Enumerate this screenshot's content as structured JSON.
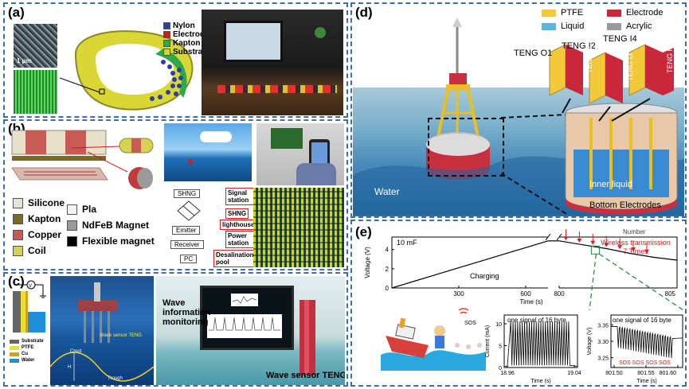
{
  "panels": {
    "a": {
      "label": "(a)",
      "legend": [
        {
          "name": "Nylon",
          "color": "#2a3fa0"
        },
        {
          "name": "Electrode",
          "color": "#c0201e"
        },
        {
          "name": "Kapton",
          "color": "#2da84a"
        },
        {
          "name": "Substrate",
          "color": "#d8d234"
        }
      ],
      "scale_bar": "1 μm"
    },
    "b": {
      "label": "(b)",
      "legend_left": [
        {
          "name": "Silicone",
          "color": "#e2e6d8"
        },
        {
          "name": "Kapton",
          "color": "#7a6a2a"
        },
        {
          "name": "Copper",
          "color": "#c85a55"
        },
        {
          "name": "Coil",
          "color": "#d6d254"
        }
      ],
      "legend_right": [
        {
          "name": "Pla",
          "color": "#f2f2f2"
        },
        {
          "name": "NdFeB Magnet",
          "color": "#9a9a9a"
        },
        {
          "name": "Flexible magnet",
          "color": "#000000"
        }
      ],
      "flow": [
        "SHNG",
        "Emitter",
        "Receiver",
        "PC"
      ],
      "stations": [
        "Signal station",
        "SHNG",
        "lighthouse",
        "Power station",
        "Desalination pool"
      ]
    },
    "c": {
      "label": "(c)",
      "legend": [
        {
          "name": "Substrate",
          "color": "#666666"
        },
        {
          "name": "PTFE",
          "color": "#e8e030"
        },
        {
          "name": "Cu",
          "color": "#d8a020"
        },
        {
          "name": "Water",
          "color": "#1e8fd8"
        }
      ],
      "ocean_labels": {
        "sensor": "Wave sensor TENG",
        "crest": "Crest",
        "trough": "Trough",
        "h": "H"
      },
      "monitor_title": "Wave information monitoring",
      "sensor_label": "Wave sensor TENG"
    },
    "d": {
      "label": "(d)",
      "legend": [
        {
          "name": "PTFE",
          "color": "#f2c93a"
        },
        {
          "name": "Electrode",
          "color": "#c8283a"
        },
        {
          "name": "Liquid",
          "color": "#5ab4e8"
        },
        {
          "name": "Acrylic",
          "color": "#9a9a9a"
        }
      ],
      "tengs": [
        "TENG O1",
        "TENG I2",
        "TENG I4",
        "TENG I1",
        "TENG I3",
        "TENG I5"
      ],
      "water": "Water",
      "inner_liquid": "Inner liquid",
      "bottom_electrodes": "Bottom Electrodes"
    },
    "e": {
      "label": "(e)",
      "capacitance": "10 mF",
      "charging": "Charging",
      "number_label": "Number",
      "wireless": "Wireless transmission",
      "wireless_count": "7 Times",
      "sos": "SOS",
      "one_signal": "one signal of 16 byte",
      "sos_seq": "SOS  SOS  SOS  SOS"
    }
  },
  "chart_data": [
    {
      "type": "line",
      "title": "",
      "xlabel": "Time (s)",
      "ylabel": "Voltage (V)",
      "xticks": [
        "300",
        "600",
        "800",
        "805"
      ],
      "yticks": [
        "0",
        "2",
        "4"
      ],
      "segments": [
        {
          "x": [
            0,
            100,
            200,
            300,
            400,
            500,
            600,
            700
          ],
          "y": [
            0,
            0.7,
            1.4,
            2.1,
            2.8,
            3.5,
            4.2,
            4.9
          ]
        },
        {
          "x": [
            800,
            801,
            802,
            803,
            804,
            805
          ],
          "y": [
            4.9,
            4.5,
            4.1,
            3.6,
            3.2,
            2.9
          ]
        }
      ],
      "ylim": [
        0,
        5.3
      ]
    },
    {
      "type": "line",
      "title": "one signal of 16 byte",
      "xlabel": "Time (s)",
      "ylabel": "Current (mA)",
      "xticks": [
        "18.96",
        "19.04"
      ],
      "yticks": [
        "0",
        "5",
        "10"
      ],
      "x": [
        18.96,
        19.04
      ],
      "ylim": [
        0,
        12
      ]
    },
    {
      "type": "line",
      "title": "one signal of 16 byte",
      "xlabel": "Time (s)",
      "ylabel": "Voltage (V)",
      "xticks": [
        "801.50",
        "801.55",
        "801.60"
      ],
      "yticks": [
        "3.25",
        "3.30",
        "3.35"
      ],
      "x": [
        801.5,
        801.6
      ],
      "ylim": [
        3.22,
        3.38
      ]
    }
  ]
}
